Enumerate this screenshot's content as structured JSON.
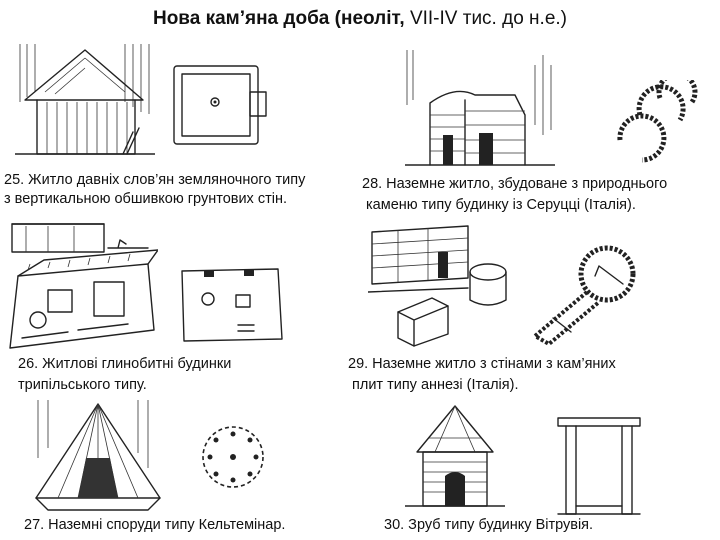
{
  "title": {
    "bold": "Нова кам’яна доба (неоліт,",
    "rest": " VII-IV тис. до н.е.)"
  },
  "captions": {
    "c25_line1": "25.  Житло давніх слов’ян земляночного типу",
    "c25_line2": "з вертикальною обшивкою грунтових стін.",
    "c28_line1": "28. Наземне житло, збудоване з природнього",
    "c28_line2": "каменю типу будинку із Серуцці (Італія).",
    "c26_line1": "26. Житлові глинобитні будинки",
    "c26_line2": "трипільського типу.",
    "c29_line1": "29.  Наземне житло з стінами з кам’яних",
    "c29_line2": "плит типу аннезі (Італія).",
    "c27": "27. Наземні споруди типу Кельтемінар.",
    "c30": "30. Зруб типу будинку Вітрувія."
  }
}
